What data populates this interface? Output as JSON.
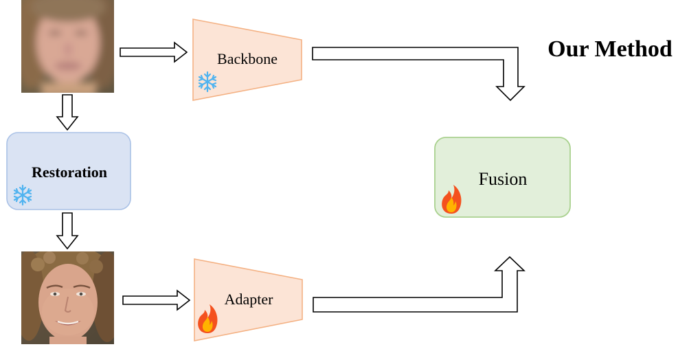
{
  "title": "Our Method",
  "nodes": {
    "backbone": {
      "label": "Backbone",
      "status_icon": "snowflake-icon"
    },
    "restoration": {
      "label": "Restoration",
      "status_icon": "snowflake-icon"
    },
    "adapter": {
      "label": "Adapter",
      "status_icon": "fire-icon"
    },
    "fusion": {
      "label": "Fusion",
      "status_icon": "fire-icon"
    }
  },
  "images": {
    "input": "blurred-face-photo",
    "restored": "restored-face-photo"
  },
  "colors": {
    "trapezoid_fill": "#fce4d6",
    "trapezoid_stroke": "#f4b183",
    "restoration_fill": "#dae3f3",
    "restoration_stroke": "#a9c1e6",
    "fusion_fill": "#e2efda",
    "fusion_stroke": "#a9d18e",
    "snowflake": "#4fb3f0",
    "fire_outer": "#f4511e",
    "fire_inner": "#ffb300"
  }
}
